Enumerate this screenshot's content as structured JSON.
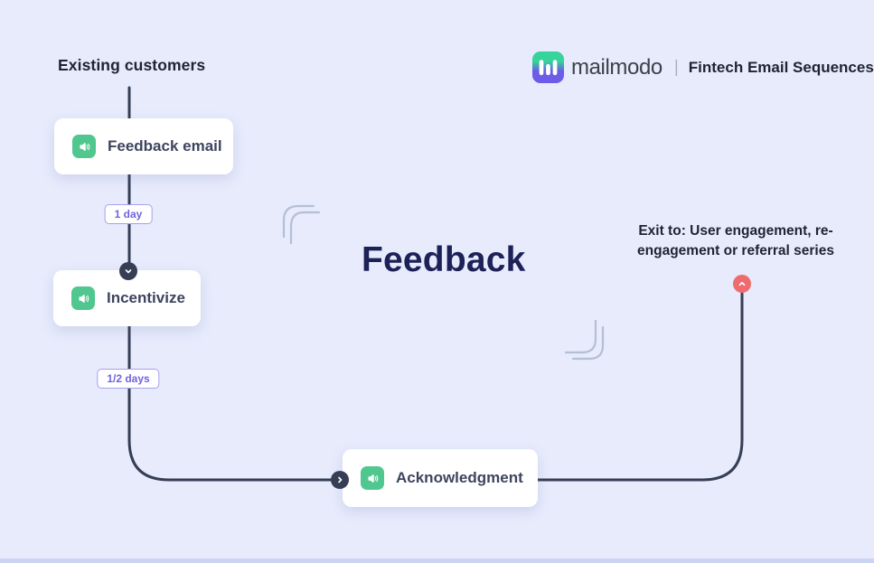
{
  "page": {
    "background": "#e7ebfc",
    "footer_strip_color": "#cbd5f3"
  },
  "brand": {
    "name": "mailmodo",
    "divider": "|",
    "series_label": "Fintech Email Sequences",
    "logo_icon": "mailmodo-logo",
    "logo_green": "#36d39a",
    "logo_purple": "#6c5ce7"
  },
  "flow": {
    "title": "Feedback",
    "entry_label": "Existing customers",
    "steps": {
      "feedback_email": {
        "label": "Feedback email",
        "icon": "megaphone-icon"
      },
      "incentivize": {
        "label": "Incentivize",
        "icon": "megaphone-icon"
      },
      "acknowledgment": {
        "label": "Acknowledgment",
        "icon": "megaphone-icon"
      }
    },
    "delays": {
      "after_feedback_email": "1 day",
      "after_incentivize": "1/2 days"
    },
    "exit_note_line1": "Exit to: User engagement, re-",
    "exit_note_line2": "engagement or referral series"
  },
  "colors": {
    "connector": "#363e55",
    "step_icon_green": "#4fc78e",
    "exit_red": "#ee6b6e",
    "badge_purple": "#6f63e0",
    "badge_border": "#a89ff0",
    "title_navy": "#1c2157",
    "text_dark": "#1e2433",
    "card_label": "#3d445e",
    "decor_gray": "#b4bfd6"
  }
}
